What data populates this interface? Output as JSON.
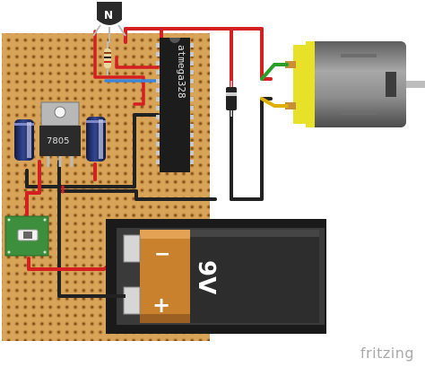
{
  "labels": {
    "transistor": "N",
    "microcontroller": "atmega328",
    "regulator": "7805",
    "battery": "9V",
    "battery_minus": "−",
    "battery_plus": "+",
    "watermark": "fritzing"
  },
  "colors": {
    "board": "#d8a45a",
    "board_hole": "#8a5a23",
    "red_wire": "#d42020",
    "black_wire": "#222222",
    "green_wire": "#2aa02a",
    "yellow_wire": "#e0b000",
    "blue_wire": "#3f86d8",
    "motor_body": "#8c8c8c",
    "motor_cap": "#e8e12a",
    "battery_case": "#1a1a1a",
    "battery_body": "#c9812e",
    "capacitor": "#23306a",
    "chip": "#1c1c1c",
    "switch_pcb": "#3d8f3d"
  }
}
